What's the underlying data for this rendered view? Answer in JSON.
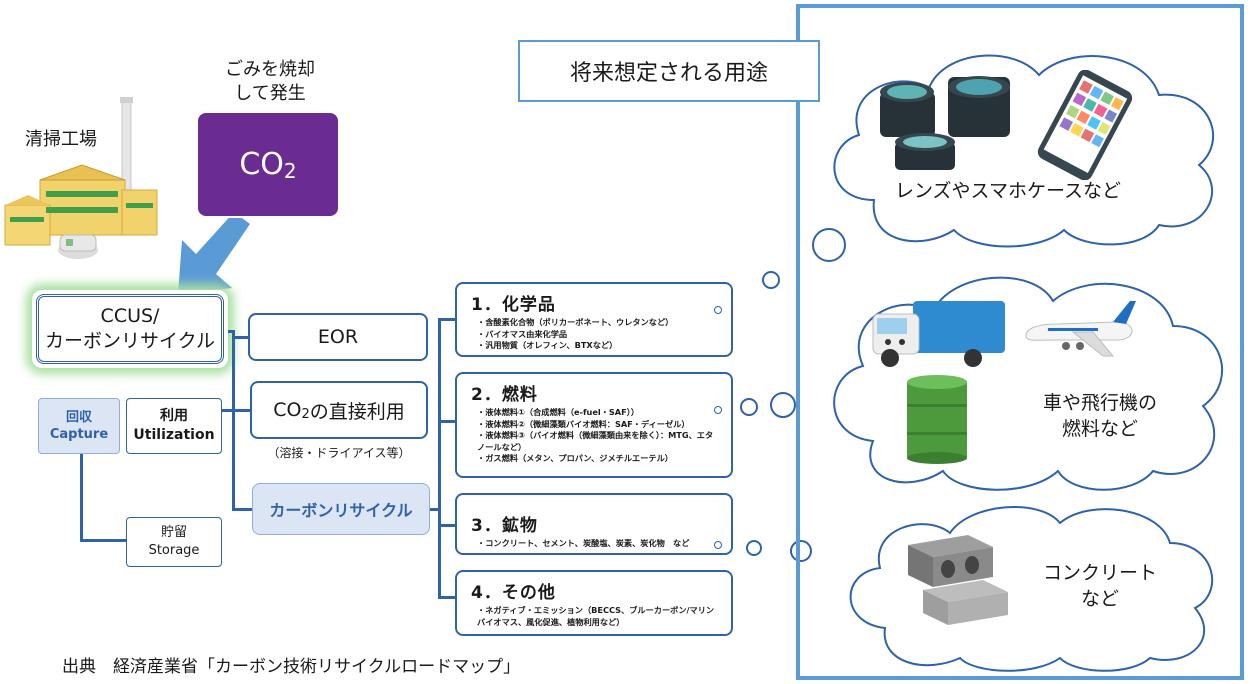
{
  "factory_label": "清掃工場",
  "incineration_label": [
    "ごみを焼却",
    "して発生"
  ],
  "co2_box": {
    "main": "CO",
    "sub": "2"
  },
  "ccus_box": [
    "CCUS/",
    "カーボンリサイクル"
  ],
  "capture_box": [
    "回収",
    "Capture"
  ],
  "utilization_box": [
    "利用",
    "Utilization"
  ],
  "storage_box": [
    "貯留",
    "Storage"
  ],
  "eor_box": "EOR",
  "direct_use_box": {
    "pre": "CO",
    "sub": "2",
    "post": "の直接利用"
  },
  "direct_use_note": "（溶接・ドライアイス等）",
  "carbon_recycle_box": "カーボンリサイクル",
  "categories": [
    {
      "title": "1．化学品",
      "items": [
        "含酸素化合物（ポリカーボネート、ウレタンなど）",
        "バイオマス由来化学品",
        "汎用物質（オレフィン、BTXなど）"
      ]
    },
    {
      "title": "2．燃料",
      "items": [
        "液体燃料①（合成燃料（e-fuel・SAF））",
        "液体燃料②（微細藻類バイオ燃料：SAF・ディーゼル）",
        "液体燃料③（バイオ燃料（微細藻類由来を除く）：MTG、エタノールなど）",
        "ガス燃料（メタン、プロパン、ジメチルエーテル）"
      ]
    },
    {
      "title": "3．鉱物",
      "items": [
        "コンクリート、セメント、炭酸塩、炭素、炭化物　など"
      ]
    },
    {
      "title": "4．その他",
      "items": [
        "ネガティブ・エミッション（BECCS、ブルーカーボン/マリンバイオマス、風化促進、植物利用など）"
      ]
    }
  ],
  "future_use_title": "将来想定される用途",
  "cloud_labels": {
    "lens": "レンズやスマホケースなど",
    "fuel": [
      "車や飛行機の",
      "燃料など"
    ],
    "concrete": [
      "コンクリート",
      "など"
    ]
  },
  "source": "出典　経済産業省「カーボン技術リサイクルロードマップ」",
  "colors": {
    "accent_blue": "#2f62a8",
    "co2_purple": "#6a2c91",
    "capture_fill": "#dbe5f4",
    "glow_green": "#a8e0a0",
    "arrow_blue": "#5b9bd5"
  }
}
